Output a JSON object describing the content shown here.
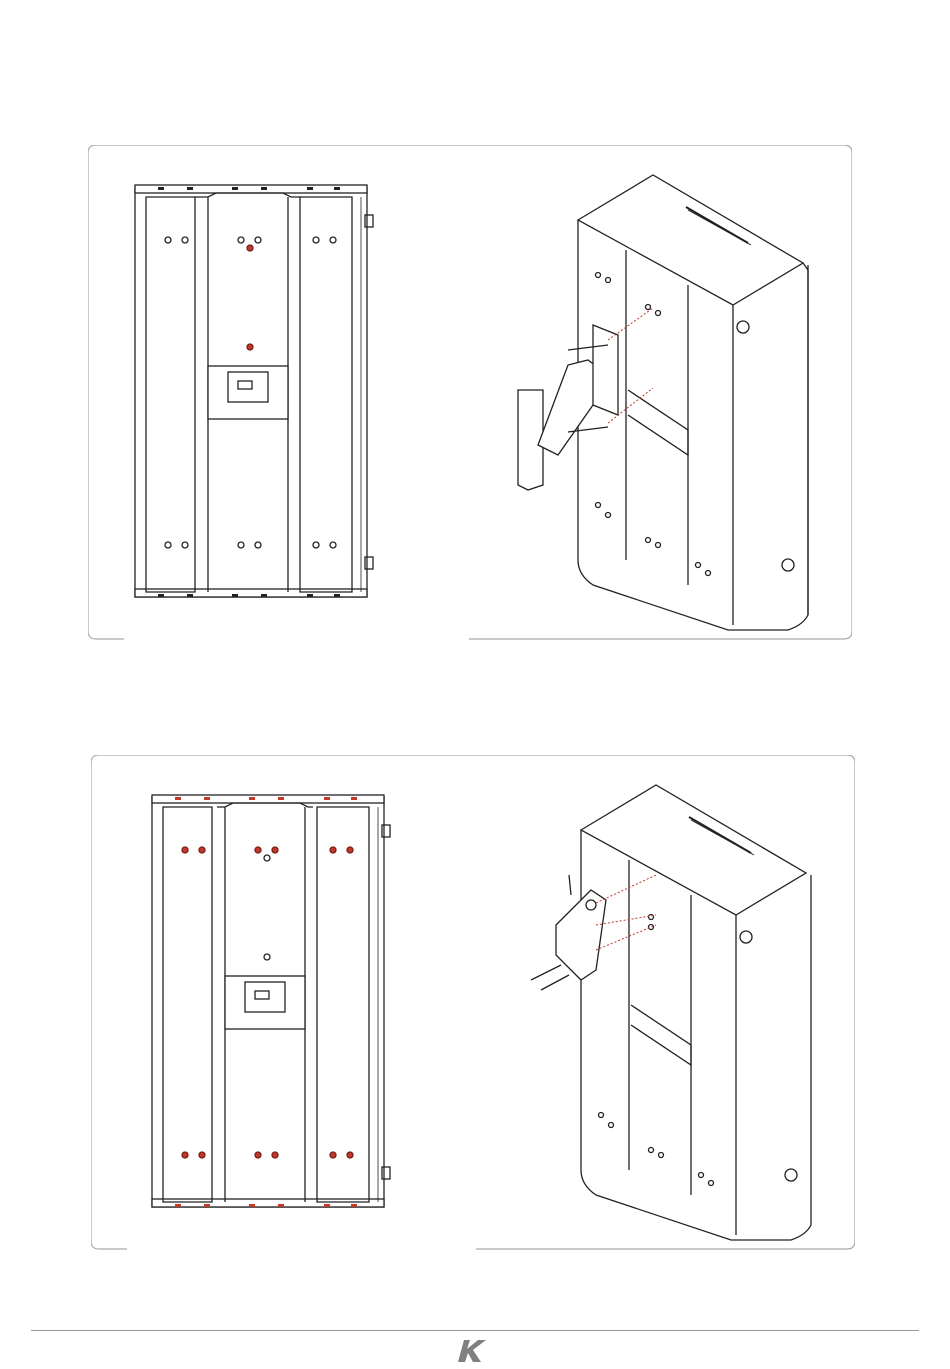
{
  "page": {
    "figures": [
      {
        "id": "wall-mount-figure-1",
        "highlight_color": "#c0392b"
      },
      {
        "id": "wall-mount-figure-2",
        "highlight_color": "#c0392b"
      }
    ],
    "logo": {
      "text": "K",
      "color": "#808080"
    }
  }
}
